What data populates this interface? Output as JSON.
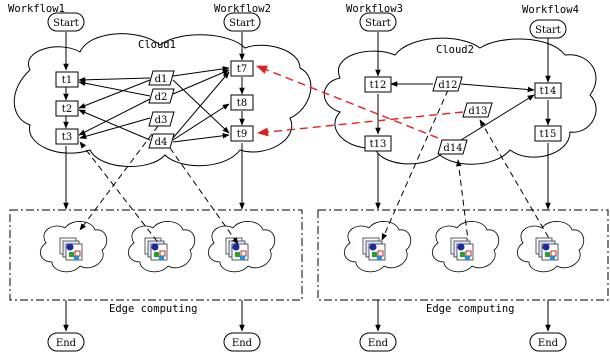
{
  "workflows": [
    {
      "label": "Workflow1",
      "start": "Start",
      "end": "End"
    },
    {
      "label": "Workflow2",
      "start": "Start",
      "end": "End"
    },
    {
      "label": "Workflow3",
      "start": "Start",
      "end": "End"
    },
    {
      "label": "Workflow4",
      "start": "Start",
      "end": "End"
    }
  ],
  "clouds": [
    {
      "label": "Cloud1"
    },
    {
      "label": "Cloud2"
    }
  ],
  "tasks": [
    "t1",
    "t2",
    "t3",
    "t7",
    "t8",
    "t9",
    "t12",
    "t13",
    "t14",
    "t15"
  ],
  "datasets": [
    "d1",
    "d2",
    "d3",
    "d4",
    "d12",
    "d13",
    "d14"
  ],
  "edge_regions": [
    {
      "label": "Edge computing"
    },
    {
      "label": "Edge computing"
    }
  ],
  "colors": {
    "line": "#000000",
    "cross_cloud_arrow": "#e32020"
  }
}
